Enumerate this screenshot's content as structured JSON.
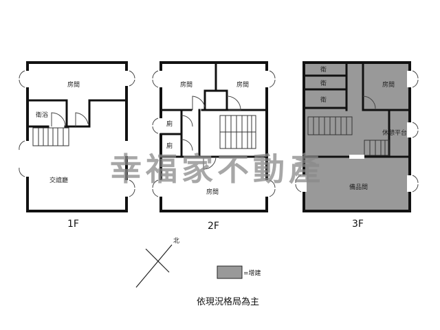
{
  "floors": {
    "f1": {
      "label": "1F",
      "rooms": {
        "bedroom": "房間",
        "bath": "衛浴",
        "living": "交誼廳"
      }
    },
    "f2": {
      "label": "2F",
      "rooms": {
        "bedroom_left": "房間",
        "bedroom_right": "房間",
        "toilet_upper": "廁",
        "toilet_lower": "廁",
        "bedroom_main": "房間"
      }
    },
    "f3": {
      "label": "3F",
      "rooms": {
        "bath_1": "衛",
        "bath_2": "衛",
        "bath_3": "衛",
        "bedroom": "房間",
        "lounge": "休憩平台",
        "storage": "備品間"
      }
    }
  },
  "compass": {
    "north": "北"
  },
  "legend": {
    "text": "=增建",
    "swatch_color": "#999999"
  },
  "note": "依現況格局為主",
  "watermark": "幸福家不動產",
  "colors": {
    "wall": "#111111",
    "extension": "#999999"
  }
}
